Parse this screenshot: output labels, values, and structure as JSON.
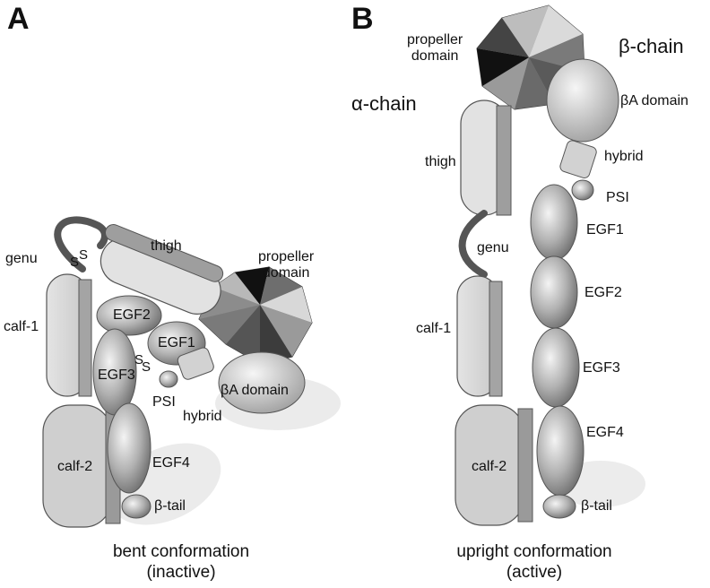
{
  "panel_a": {
    "letter": "A",
    "labels": {
      "genu": "genu",
      "thigh": "thigh",
      "propeller": "propeller\ndomain",
      "calf1": "calf-1",
      "egf2": "EGF2",
      "egf1": "EGF1",
      "egf3": "EGF3",
      "ss_top": "S",
      "ss_top2": "S",
      "ss_mid": "S",
      "ss_mid2": "S",
      "psi": "PSI",
      "hybrid": "hybrid",
      "ba": "βA domain",
      "calf2": "calf-2",
      "egf4": "EGF4",
      "btail": "β-tail"
    },
    "caption": "bent conformation\n(inactive)"
  },
  "panel_b": {
    "letter": "B",
    "labels": {
      "propeller": "propeller\ndomain",
      "beta_chain": "β-chain",
      "alpha_chain": "α-chain",
      "ba": "βA domain",
      "thigh": "thigh",
      "hybrid": "hybrid",
      "psi": "PSI",
      "egf1": "EGF1",
      "genu": "genu",
      "egf2": "EGF2",
      "calf1": "calf-1",
      "egf3": "EGF3",
      "egf4": "EGF4",
      "calf2": "calf-2",
      "btail": "β-tail"
    },
    "caption": "upright conformation\n(active)"
  },
  "colors": {
    "light_domain": "#dcdcdc",
    "mid_domain": "#b4b4b4",
    "genu_link": "#555555",
    "shadow": "#e6e6e6",
    "propeller_dark": "#3a3a3a"
  }
}
